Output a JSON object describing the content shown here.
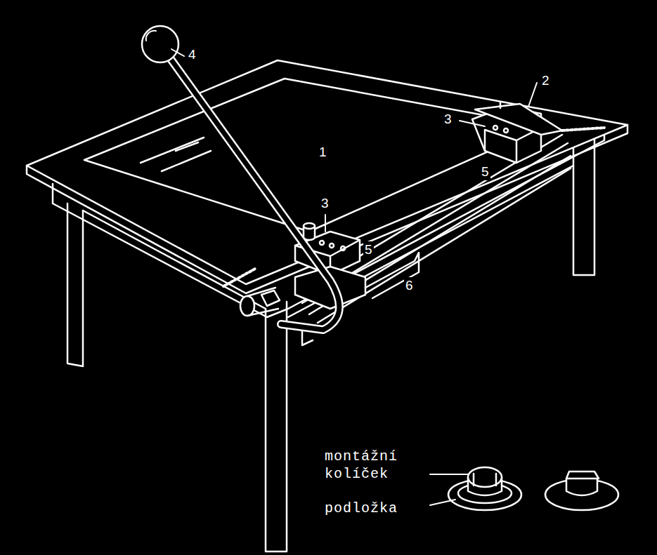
{
  "diagram": {
    "labels": [
      "1",
      "2",
      "3",
      "3",
      "4",
      "5",
      "5",
      "6",
      "montážní kolíček",
      "podložka"
    ]
  }
}
